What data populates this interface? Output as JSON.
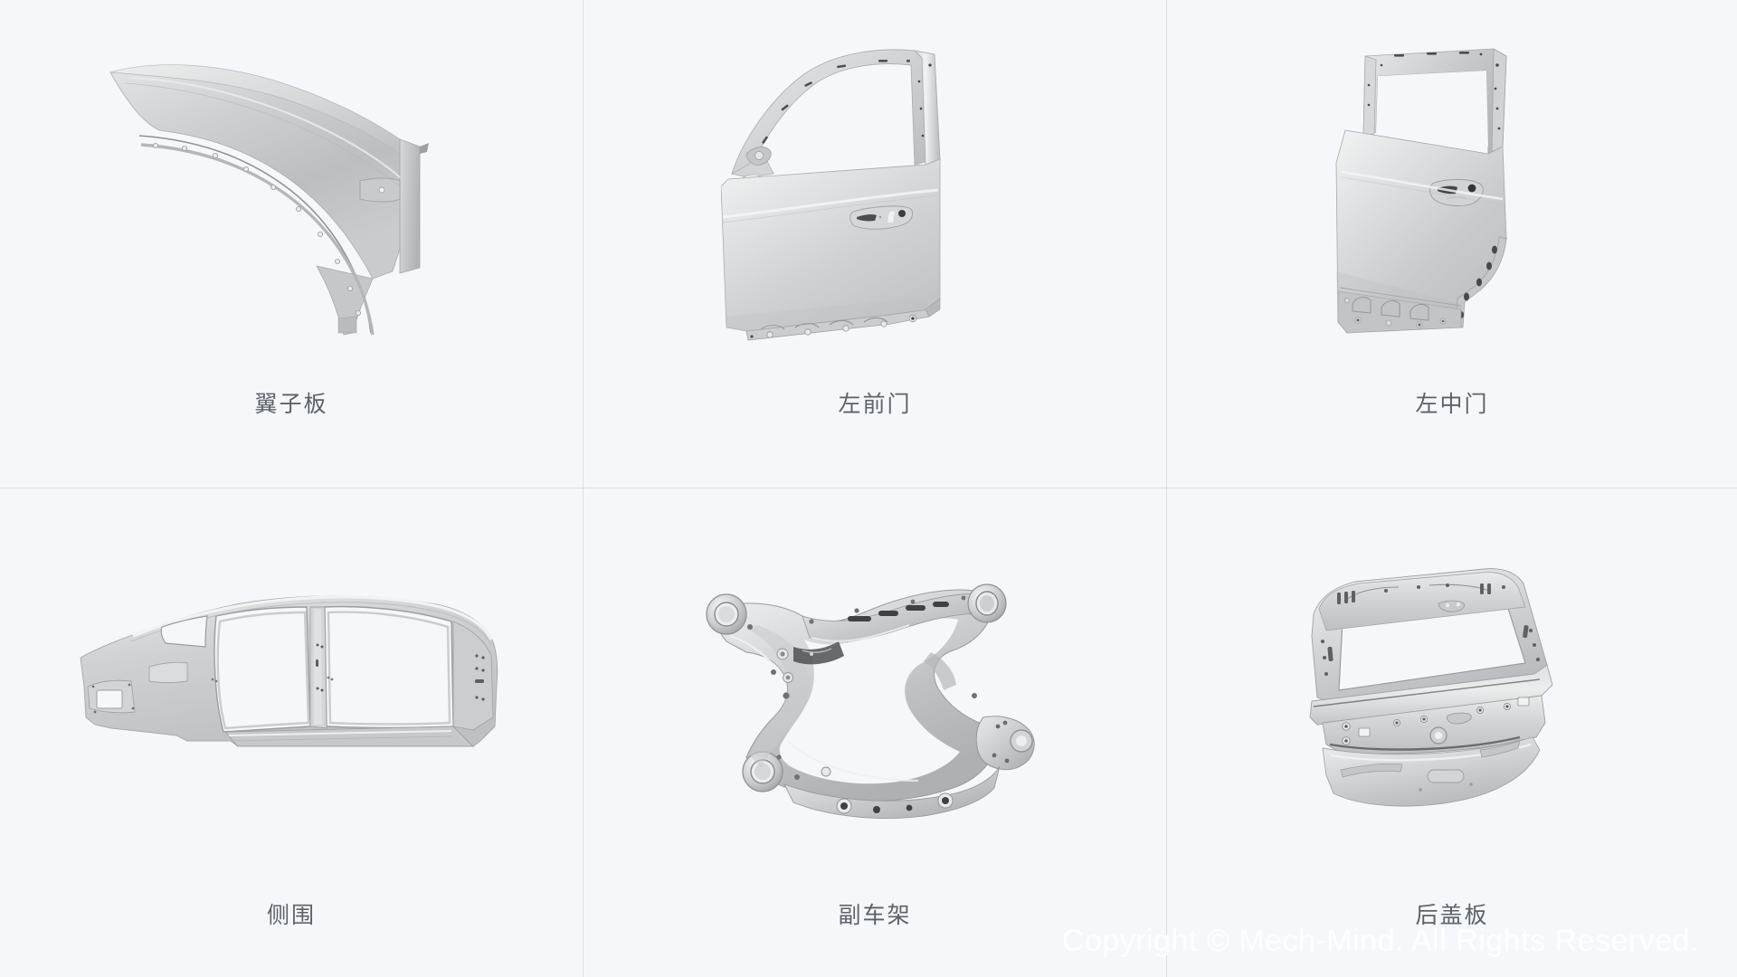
{
  "page": {
    "background_color": "#f4f8fb",
    "grid_line_color": "#d7dfe4",
    "label_color": "#5b6269",
    "watermark_color": "#ffffff",
    "columns": 3,
    "rows": 2
  },
  "parts": [
    {
      "id": "fender",
      "label": "翼子板",
      "icon": "car-fender-panel-icon"
    },
    {
      "id": "left-front-door",
      "label": "左前门",
      "icon": "car-front-door-panel-icon"
    },
    {
      "id": "left-middle-door",
      "label": "左中门",
      "icon": "car-middle-door-panel-icon"
    },
    {
      "id": "body-side",
      "label": "侧围",
      "icon": "car-body-side-frame-icon"
    },
    {
      "id": "subframe",
      "label": "副车架",
      "icon": "car-subframe-icon"
    },
    {
      "id": "tailgate",
      "label": "后盖板",
      "icon": "car-tailgate-panel-icon"
    }
  ],
  "watermark": {
    "text": "Copyright © Mech-Mind. All Rights Reserved."
  }
}
